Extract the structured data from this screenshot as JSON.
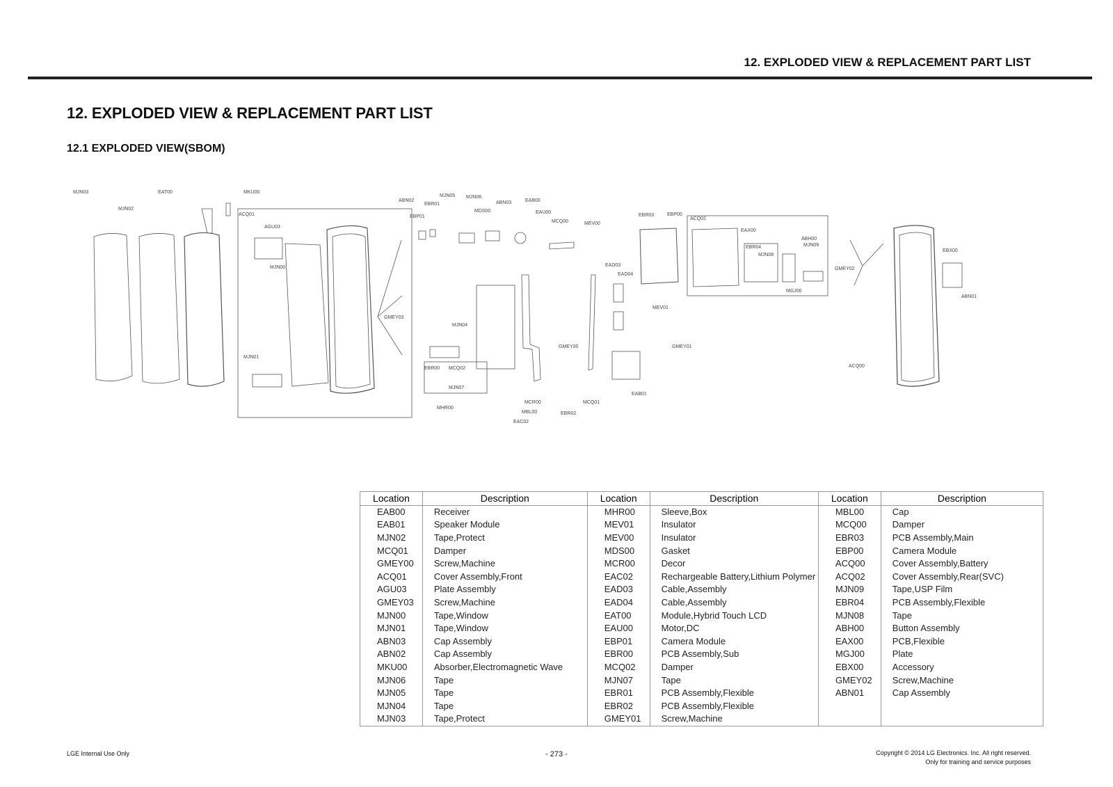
{
  "header": {
    "running_title": "12. EXPLODED VIEW & REPLACEMENT PART LIST"
  },
  "page_title": "12. EXPLODED VIEW & REPLACEMENT PART LIST",
  "section_title": "12.1 EXPLODED VIEW(SBOM)",
  "diagram_labels": {
    "mjn03": "MJN03",
    "mjn02": "MJN02",
    "eat00": "EAT00",
    "mku00": "MKU00",
    "acq01": "ACQ01",
    "agu03": "AGU03",
    "mjn00": "MJN00",
    "gmey03": "GMEY03",
    "mjn01": "MJN01",
    "abn02": "ABN02",
    "ebr01": "EBR01",
    "mjn05": "MJN05",
    "mjn06": "MJN06",
    "abn03": "ABN03",
    "eab00": "EAB00",
    "ebp01": "EBP01",
    "mds00": "MDS00",
    "eau00": "EAU00",
    "mcq00": "MCQ00",
    "mev00": "MEV00",
    "mjn04": "MJN04",
    "ebr00": "EBR00",
    "mcq02": "MCQ02",
    "mjn07": "MJN07",
    "mhr00": "MHR00",
    "gmey00": "GMEY00",
    "mcr00": "MCR00",
    "mbl00": "MBL00",
    "eac02": "EAC02",
    "ebr02": "EBR02",
    "mcq01": "MCQ01",
    "ead03": "EAD03",
    "ead04": "EAD04",
    "mev01": "MEV01",
    "gmey01": "GMEY01",
    "eab01": "EAB01",
    "ebr03": "EBR03",
    "ebp00": "EBP00",
    "acq02": "ACQ02",
    "eax00": "EAX00",
    "ebr04": "EBR04",
    "mjn08": "MJN08",
    "abh00": "ABH00",
    "mjn09": "MJN09",
    "mgj00": "MGJ00",
    "gmey02": "GMEY02",
    "ebx00": "EBX00",
    "abn01": "ABN01",
    "acq00": "ACQ00"
  },
  "table": {
    "headers": [
      "Location",
      "Description",
      "Location",
      "Description",
      "Location",
      "Description"
    ],
    "rows": [
      [
        "EAB00",
        "Receiver",
        "MHR00",
        "Sleeve,Box",
        "MBL00",
        "Cap"
      ],
      [
        "EAB01",
        "Speaker Module",
        "MEV01",
        "Insulator",
        "MCQ00",
        "Damper"
      ],
      [
        "MJN02",
        "Tape,Protect",
        "MEV00",
        "Insulator",
        "EBR03",
        "PCB Assembly,Main"
      ],
      [
        "MCQ01",
        "Damper",
        "MDS00",
        "Gasket",
        "EBP00",
        "Camera Module"
      ],
      [
        "GMEY00",
        "Screw,Machine",
        "MCR00",
        "Decor",
        "ACQ00",
        "Cover Assembly,Battery"
      ],
      [
        "ACQ01",
        "Cover Assembly,Front",
        "EAC02",
        "Rechargeable Battery,Lithium Polymer",
        "ACQ02",
        "Cover Assembly,Rear(SVC)"
      ],
      [
        "AGU03",
        "Plate Assembly",
        "EAD03",
        "Cable,Assembly",
        "MJN09",
        "Tape,USP Film"
      ],
      [
        "GMEY03",
        "Screw,Machine",
        "EAD04",
        "Cable,Assembly",
        "EBR04",
        "PCB Assembly,Flexible"
      ],
      [
        "MJN00",
        "Tape,Window",
        "EAT00",
        "Module,Hybrid Touch LCD",
        "MJN08",
        "Tape"
      ],
      [
        "MJN01",
        "Tape,Window",
        "EAU00",
        "Motor,DC",
        "ABH00",
        "Button Assembly"
      ],
      [
        "ABN03",
        "Cap Assembly",
        "EBP01",
        "Camera Module",
        "EAX00",
        "PCB,Flexible"
      ],
      [
        "ABN02",
        "Cap Assembly",
        "EBR00",
        "PCB Assembly,Sub",
        "MGJ00",
        "Plate"
      ],
      [
        "MKU00",
        "Absorber,Electromagnetic Wave",
        "MCQ02",
        "Damper",
        "EBX00",
        "Accessory"
      ],
      [
        "MJN06",
        "Tape",
        "MJN07",
        "Tape",
        "GMEY02",
        "Screw,Machine"
      ],
      [
        "MJN05",
        "Tape",
        "EBR01",
        "PCB Assembly,Flexible",
        "ABN01",
        "Cap Assembly"
      ],
      [
        "MJN04",
        "Tape",
        "EBR02",
        "PCB Assembly,Flexible",
        "",
        ""
      ],
      [
        "MJN03",
        "Tape,Protect",
        "GMEY01",
        "Screw,Machine",
        "",
        ""
      ]
    ]
  },
  "footer": {
    "left": "LGE Internal Use Only",
    "center": "- 273 -",
    "right_line1": "Copyright © 2014 LG Electronics. Inc. All right reserved.",
    "right_line2": "Only for training and service purposes"
  }
}
